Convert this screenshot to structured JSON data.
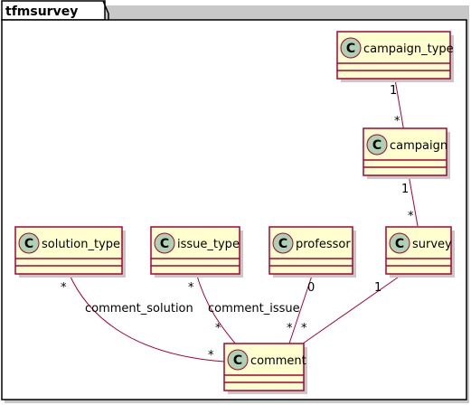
{
  "package": {
    "name": "tfmsurvey"
  },
  "stereotype_letter": "C",
  "colors": {
    "class_fill": "#FEFECE",
    "class_border": "#A80036",
    "stereotype_circle": "#ADD1B2",
    "package_border": "#000000",
    "shadow": "#C8C8C8"
  },
  "classes": {
    "campaign_type": "campaign_type",
    "campaign": "campaign",
    "survey": "survey",
    "professor": "professor",
    "issue_type": "issue_type",
    "solution_type": "solution_type",
    "comment": "comment"
  },
  "relations": {
    "campaign_type_campaign": {
      "from_mult": "1",
      "to_mult": "*"
    },
    "campaign_survey": {
      "from_mult": "1",
      "to_mult": "*"
    },
    "survey_comment": {
      "from_mult": "1",
      "to_mult": "*"
    },
    "professor_comment": {
      "from_mult": "0",
      "to_mult": "*"
    },
    "issue_type_comment": {
      "label": "comment_issue",
      "from_mult": "*",
      "to_mult": "*"
    },
    "solution_type_comment": {
      "label": "comment_solution",
      "from_mult": "*",
      "to_mult": "*"
    }
  }
}
